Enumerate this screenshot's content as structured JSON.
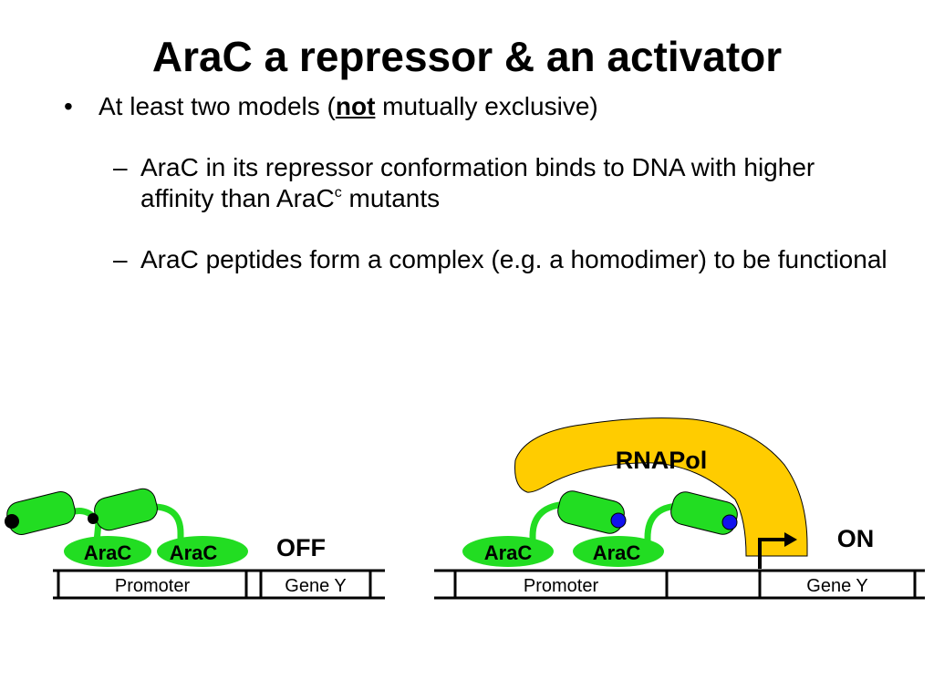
{
  "slide": {
    "title": "AraC a repressor & an activator",
    "bullet": {
      "marker": "•",
      "text_before": "At least two models (",
      "emphasis": "not",
      "text_after": " mutually exclusive)"
    },
    "sub_points": [
      {
        "marker": "–",
        "text_before": "AraC in its repressor conformation binds to DNA with higher affinity than AraC",
        "superscript": "c",
        "text_after": " mutants"
      },
      {
        "marker": "–",
        "text_before": "AraC peptides form a complex (e.g. a homodimer) to be functional",
        "superscript": "",
        "text_after": ""
      }
    ]
  },
  "diagram": {
    "protein_label": "AraC",
    "polymerase_label": "RNAPol",
    "promoter_label": "Promoter",
    "gene_label": "Gene Y",
    "off_label": "OFF",
    "on_label": "ON",
    "colors": {
      "arac_green": "#22dd22",
      "rnapol_yellow": "#ffcc00",
      "dot_blue": "#1111ee",
      "dot_black": "#000000"
    }
  }
}
